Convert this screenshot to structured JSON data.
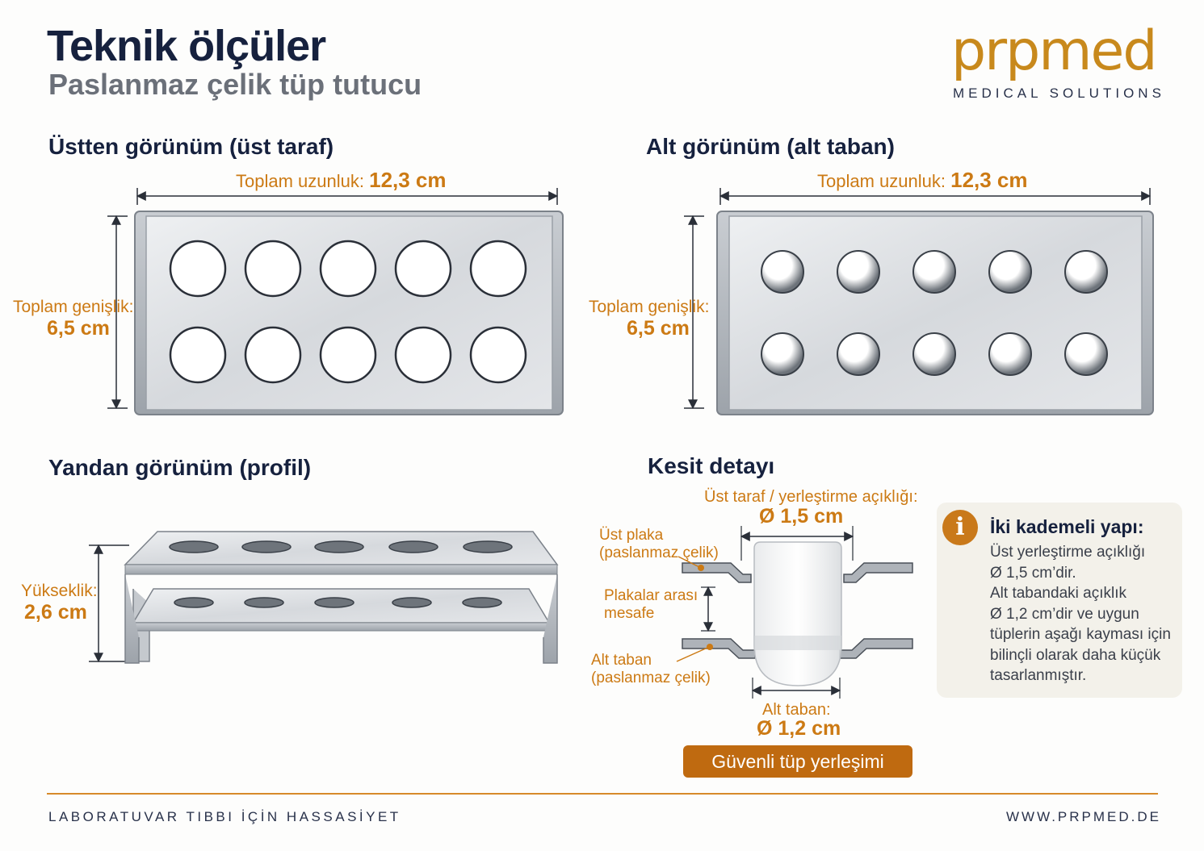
{
  "header": {
    "title": "Teknik ölçüler",
    "subtitle": "Paslanmaz çelik tüp tutucu",
    "logo": "prpmed",
    "logo_tagline": "MEDICAL SOLUTIONS"
  },
  "top_view": {
    "heading": "Üstten görünüm (üst taraf)",
    "length_label": "Toplam uzunluk:",
    "length_value": "12,3 cm",
    "width_label": "Toplam genişlik:",
    "width_value": "6,5 cm"
  },
  "bottom_view": {
    "heading": "Alt görünüm (alt taban)",
    "length_label": "Toplam uzunluk:",
    "length_value": "12,3 cm",
    "width_label": "Toplam genişlik:",
    "width_value": "6,5 cm"
  },
  "side_view": {
    "heading": "Yandan görünüm (profil)",
    "height_label": "Yükseklik:",
    "height_value": "2,6 cm"
  },
  "section": {
    "heading": "Kesit detayı",
    "top_opening_label": "Üst taraf / yerleştirme açıklığı:",
    "top_opening_value": "Ø 1,5 cm",
    "top_plate_label": "Üst plaka",
    "top_plate_material": "(paslanmaz çelik)",
    "gap_label_1": "Plakalar arası",
    "gap_label_2": "mesafe",
    "bottom_plate_label": "Alt taban",
    "bottom_plate_material": "(paslanmaz çelik)",
    "bottom_opening_label": "Alt taban:",
    "bottom_opening_value": "Ø 1,2 cm",
    "button": "Güvenli tüp yerleşimi"
  },
  "info": {
    "icon": "info-icon",
    "title": "İki kademeli yapı:",
    "lines": [
      "Üst yerleştirme açıklığı",
      "Ø 1,5 cm’dir.",
      "Alt tabandaki açıklık",
      "Ø 1,2 cm’dir ve uygun",
      "tüplerin aşağı kayması için",
      "bilinçli olarak daha küçük",
      "tasarlanmıştır."
    ]
  },
  "footer": {
    "left": "LABORATUVAR TIBBI İÇİN HASSASİYET",
    "right": "WWW.PRPMED.DE"
  },
  "colors": {
    "navy": "#16213e",
    "accent": "#cc7a14",
    "button": "#bf6a10",
    "steel": "#d9dcdf"
  }
}
